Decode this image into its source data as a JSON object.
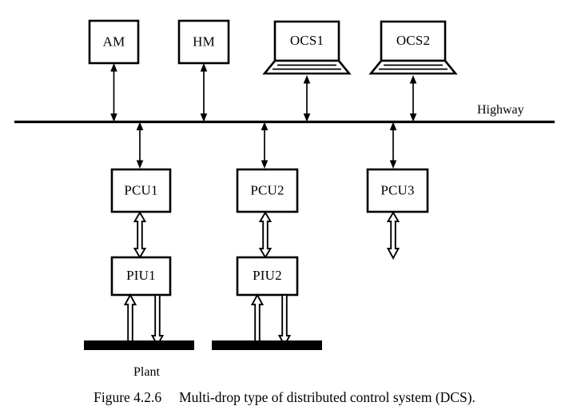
{
  "figure": {
    "caption": "Figure 4.2.6     Multi-drop type of distributed control system (DCS).",
    "caption_number": "Figure 4.2.6",
    "caption_text": "Multi-drop type of distributed control system (DCS)."
  },
  "labels": {
    "highway": "Highway",
    "plant": "Plant"
  },
  "nodes": {
    "top_row": [
      {
        "id": "am",
        "label": "AM",
        "shape": "box"
      },
      {
        "id": "hm",
        "label": "HM",
        "shape": "box"
      },
      {
        "id": "ocs1",
        "label": "OCS1",
        "shape": "laptop"
      },
      {
        "id": "ocs2",
        "label": "OCS2",
        "shape": "laptop"
      }
    ],
    "pcu_row": [
      {
        "id": "pcu1",
        "label": "PCU1",
        "shape": "box"
      },
      {
        "id": "pcu2",
        "label": "PCU2",
        "shape": "box"
      },
      {
        "id": "pcu3",
        "label": "PCU3",
        "shape": "box"
      }
    ],
    "piu_row": [
      {
        "id": "piu1",
        "label": "PIU1",
        "shape": "box"
      },
      {
        "id": "piu2",
        "label": "PIU2",
        "shape": "box"
      }
    ],
    "plant_bars": [
      {
        "id": "plant-bar-1"
      },
      {
        "id": "plant-bar-2"
      }
    ]
  },
  "connections": [
    {
      "from": "am",
      "to": "highway",
      "style": "thin-double-headed"
    },
    {
      "from": "hm",
      "to": "highway",
      "style": "thin-double-headed"
    },
    {
      "from": "ocs1",
      "to": "highway",
      "style": "thin-double-headed"
    },
    {
      "from": "ocs2",
      "to": "highway",
      "style": "thin-double-headed"
    },
    {
      "from": "highway",
      "to": "pcu1",
      "style": "thin-double-headed"
    },
    {
      "from": "highway",
      "to": "pcu2",
      "style": "thin-double-headed"
    },
    {
      "from": "highway",
      "to": "pcu3",
      "style": "thin-double-headed"
    },
    {
      "from": "pcu1",
      "to": "piu1",
      "style": "hollow-double-headed"
    },
    {
      "from": "pcu2",
      "to": "piu2",
      "style": "hollow-double-headed"
    },
    {
      "from": "pcu3",
      "to": "field",
      "style": "hollow-double-headed"
    },
    {
      "from": "plant-bar-1",
      "to": "piu1",
      "style": "hollow-up"
    },
    {
      "from": "piu1",
      "to": "plant-bar-1",
      "style": "hollow-down"
    },
    {
      "from": "plant-bar-2",
      "to": "piu2",
      "style": "hollow-up"
    },
    {
      "from": "piu2",
      "to": "plant-bar-2",
      "style": "hollow-down"
    }
  ],
  "colors": {
    "ink": "#000000",
    "paper": "#ffffff"
  }
}
